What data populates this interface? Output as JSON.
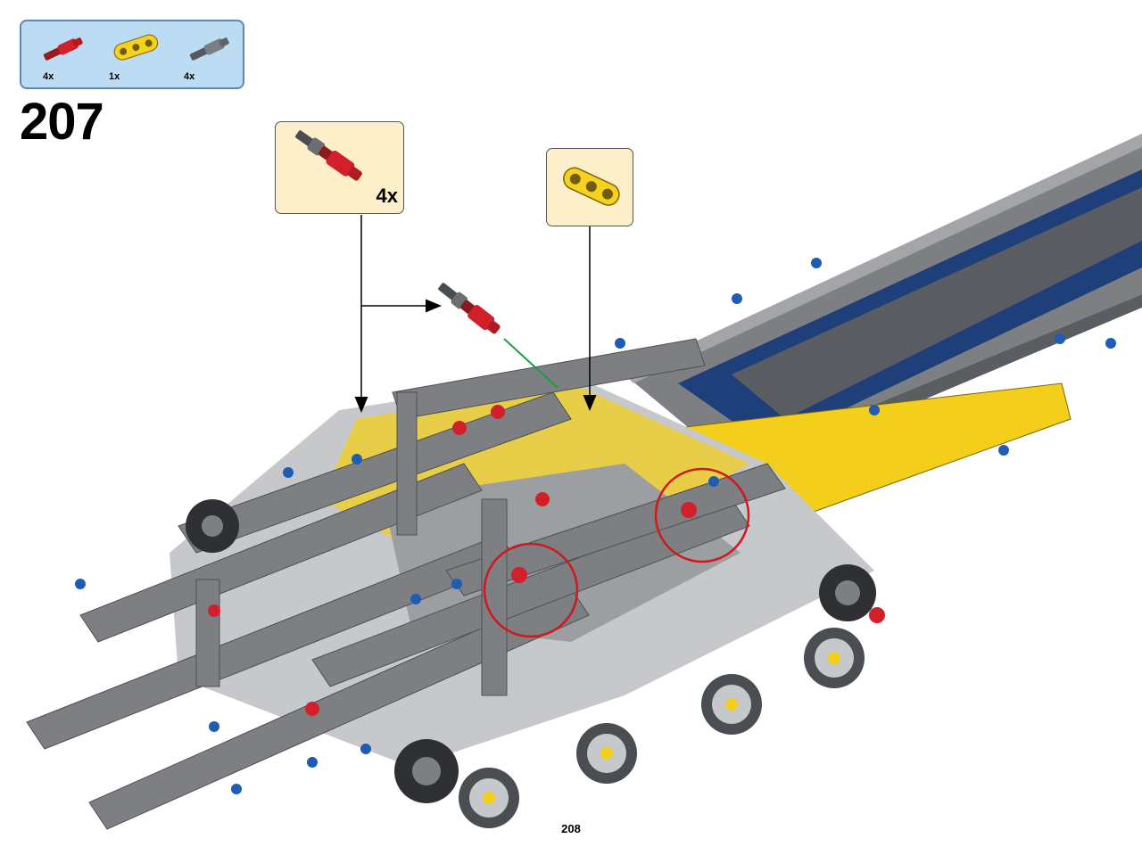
{
  "parts_list": {
    "items": [
      {
        "part": "red-axle-pin",
        "qty": "4x",
        "color": "#d2202a"
      },
      {
        "part": "yellow-liftarm-3",
        "qty": "1x",
        "color": "#f6d21e"
      },
      {
        "part": "dark-grey-axle-pin",
        "qty": "4x",
        "color": "#6b6e72"
      }
    ],
    "border_color": "#5f86b3",
    "background": "#bcdcf4"
  },
  "step": {
    "number": "207"
  },
  "callouts": {
    "pins": {
      "qty": "4x"
    },
    "liftarm": {
      "qty": ""
    }
  },
  "colors": {
    "frame_grey": "#7d7f82",
    "light_grey": "#c6c8cb",
    "dark_blue": "#1e3f7a",
    "blue_pin": "#1f5cb5",
    "yellow": "#f3cf1c",
    "red": "#d2202a",
    "highlight_circle": "#d0191f",
    "guide_green": "#1d9c4a"
  },
  "page": {
    "number": "208"
  }
}
